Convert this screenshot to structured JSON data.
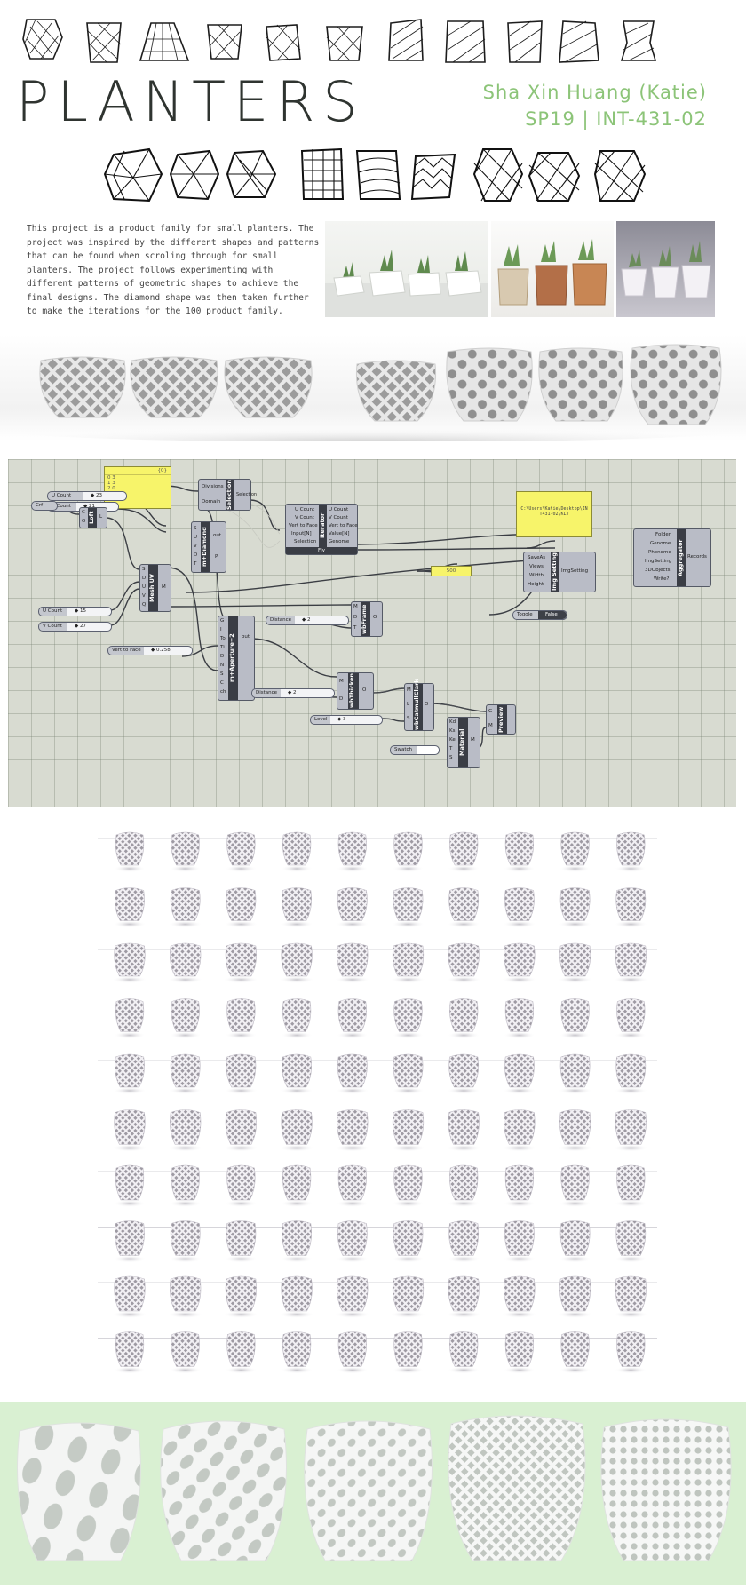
{
  "header": {
    "title": "PLANTERS",
    "author": "Sha Xin Huang (Katie)",
    "course": "SP19 | INT-431-02"
  },
  "description": "This project is a product family for small planters. The project was inspired by the different shapes and patterns that can be found when scroling through for small planters. The project follows experimenting with different patterns of geometric shapes to achieve the final designs. The diamond shape was then taken further to make the iterations for the 100 product family.",
  "colors": {
    "title": "#2f3430",
    "accent_green": "#8cc478",
    "canvas": "#d8dbd1",
    "panel_yellow": "#f7f46a",
    "bottom_band": "#d9f0d2"
  },
  "definition": {
    "panel_top": "{0}",
    "panel_lines": [
      "0 3",
      "1 3",
      "2 0"
    ],
    "path_panel": "C:\\Users\\Katie\\Desktop\\INT431-02\\KLV",
    "nodes": {
      "selection": {
        "title": "Selection",
        "in": [
          "Divisions",
          "Domain"
        ],
        "out": [
          "Selection"
        ]
      },
      "diamond": {
        "title": "m+Diamond",
        "in": [
          "S",
          "U",
          "V",
          "D",
          "T"
        ],
        "out": [
          "out",
          "P"
        ]
      },
      "iterator": {
        "title": "Iterator",
        "in": [
          "U Count",
          "V Count",
          "Vert to Face",
          "Input[N]",
          "Selection"
        ],
        "out": [
          "U Count",
          "V Count",
          "Vert to Face",
          "Value[N]",
          "Genome"
        ],
        "footer": "Fly"
      },
      "loft": {
        "title": "Loft",
        "in": [
          "C",
          "O"
        ],
        "out": [
          "L"
        ]
      },
      "meshuv": {
        "title": "Mesh UV",
        "in": [
          "S",
          "D",
          "U",
          "V",
          "Q"
        ],
        "out": [
          "M"
        ]
      },
      "aperture": {
        "title": "m+Aperture+2",
        "in": [
          "G",
          "I",
          "To",
          "Ti",
          "D",
          "N",
          "S",
          "C",
          "ch"
        ],
        "out": [
          "out"
        ]
      },
      "imgsetting": {
        "title": "Img Setting",
        "in": [
          "SaveAs",
          "Views",
          "Width",
          "Height"
        ],
        "out": [
          "ImgSetting"
        ]
      },
      "aggregator": {
        "title": "Aggregator",
        "in": [
          "Folder",
          "Genome",
          "Phenome",
          "ImgSetting",
          "3DObjects",
          "Write?"
        ],
        "out": [
          "Records"
        ]
      },
      "wbframe": {
        "title": "wbFrame",
        "in": [
          "M",
          "D",
          "T"
        ],
        "out": [
          "O"
        ]
      },
      "wbthicken": {
        "title": "wbThicken",
        "in": [
          "M",
          "D"
        ],
        "out": [
          "O"
        ]
      },
      "catmull": {
        "title": "wbCatmullClark",
        "in": [
          "M",
          "L",
          "S"
        ],
        "out": [
          "O"
        ]
      },
      "preview": {
        "title": "Preview",
        "in": [
          "G",
          "M"
        ],
        "out": []
      },
      "material": {
        "title": "Material",
        "in": [
          "Kd",
          "Ks",
          "Ke",
          "T",
          "S"
        ],
        "out": [
          "M"
        ]
      }
    },
    "sliders": {
      "u_count_1": {
        "label": "U Count",
        "value": "◆ 23"
      },
      "v_count_1": {
        "label": "V Count",
        "value": "◆ 21"
      },
      "u_count_2": {
        "label": "U Count",
        "value": "◆ 15"
      },
      "v_count_2": {
        "label": "V Count",
        "value": "◆ 27"
      },
      "vert_to_face": {
        "label": "Vert to Face",
        "value": "◆ 0.258"
      },
      "distance_1": {
        "label": "Distance",
        "value": "◆ 2"
      },
      "distance_2": {
        "label": "Distance",
        "value": "◆ 2"
      },
      "level": {
        "label": "Level",
        "value": "◆ 3"
      },
      "number": {
        "label": "",
        "value": "500"
      }
    },
    "crv_param": "Crf",
    "toggle": {
      "label": "Toggle",
      "value": "False"
    },
    "swatch": {
      "label": "Swatch"
    }
  }
}
